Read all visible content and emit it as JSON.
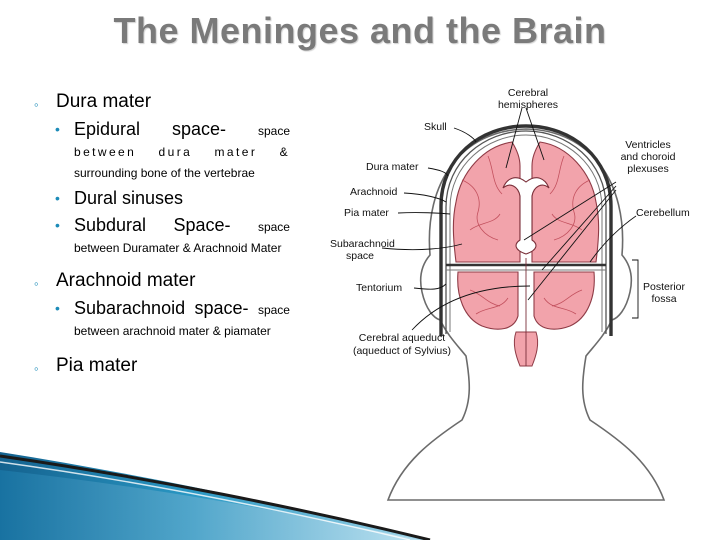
{
  "slide": {
    "title": "The Meninges and the Brain",
    "bullets": [
      {
        "text": "Dura mater",
        "subitems": [
          {
            "main": "Epidural space-",
            "detail_a": "space",
            "detail_b": "between dura mater &",
            "detail_c": "surrounding bone of the vertebrae"
          },
          {
            "main": "Dural sinuses"
          },
          {
            "main": "Subdural Space-",
            "detail_a": "space",
            "detail_b": "between Duramater & Arachnoid Mater"
          }
        ]
      },
      {
        "text": "Arachnoid mater",
        "subitems": [
          {
            "main": "Subarachnoid space-",
            "detail_b": "space between arachnoid mater & piamater"
          }
        ]
      },
      {
        "text": "Pia mater"
      }
    ]
  },
  "diagram": {
    "labels": {
      "cerebral_hemispheres_1": "Cerebral",
      "cerebral_hemispheres_2": "hemispheres",
      "skull": "Skull",
      "dura_mater": "Dura mater",
      "arachnoid": "Arachnoid",
      "pia_mater": "Pia mater",
      "subarachnoid_1": "Subarachnoid",
      "subarachnoid_2": "space",
      "tentorium": "Tentorium",
      "ventricles_1": "Ventricles",
      "ventricles_2": "and choroid",
      "ventricles_3": "plexuses",
      "cerebellum": "Cerebellum",
      "posterior_fossa_1": "Posterior",
      "posterior_fossa_2": "fossa",
      "aqueduct_1": "Cerebral aqueduct",
      "aqueduct_2": "(aqueduct of Sylvius)"
    }
  },
  "colors": {
    "title": "#7a7a7a",
    "bullet_marker": "#1c8bb8",
    "brain_fill": "#f2a3ab",
    "brain_vessel": "#c2505d",
    "accent_blue": "#1a7fae"
  }
}
